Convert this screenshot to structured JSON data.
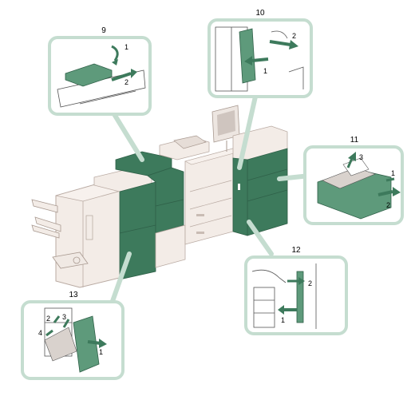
{
  "colors": {
    "green": "#3d7a5c",
    "green_light": "#5e9a7b",
    "callout_border": "#c5ddd0",
    "body_fill": "#f0e9e4",
    "body_stroke": "#b9aaa2",
    "sketch": "#555555"
  },
  "callouts": [
    {
      "id": "9",
      "label": "9",
      "steps": [
        "1",
        "2"
      ]
    },
    {
      "id": "10",
      "label": "10",
      "steps": [
        "2",
        "1"
      ]
    },
    {
      "id": "11",
      "label": "11",
      "steps": [
        "3",
        "1",
        "2"
      ]
    },
    {
      "id": "12",
      "label": "12",
      "steps": [
        "2",
        "1"
      ]
    },
    {
      "id": "13",
      "label": "13",
      "steps": [
        "2",
        "3",
        "4",
        "1"
      ]
    }
  ]
}
